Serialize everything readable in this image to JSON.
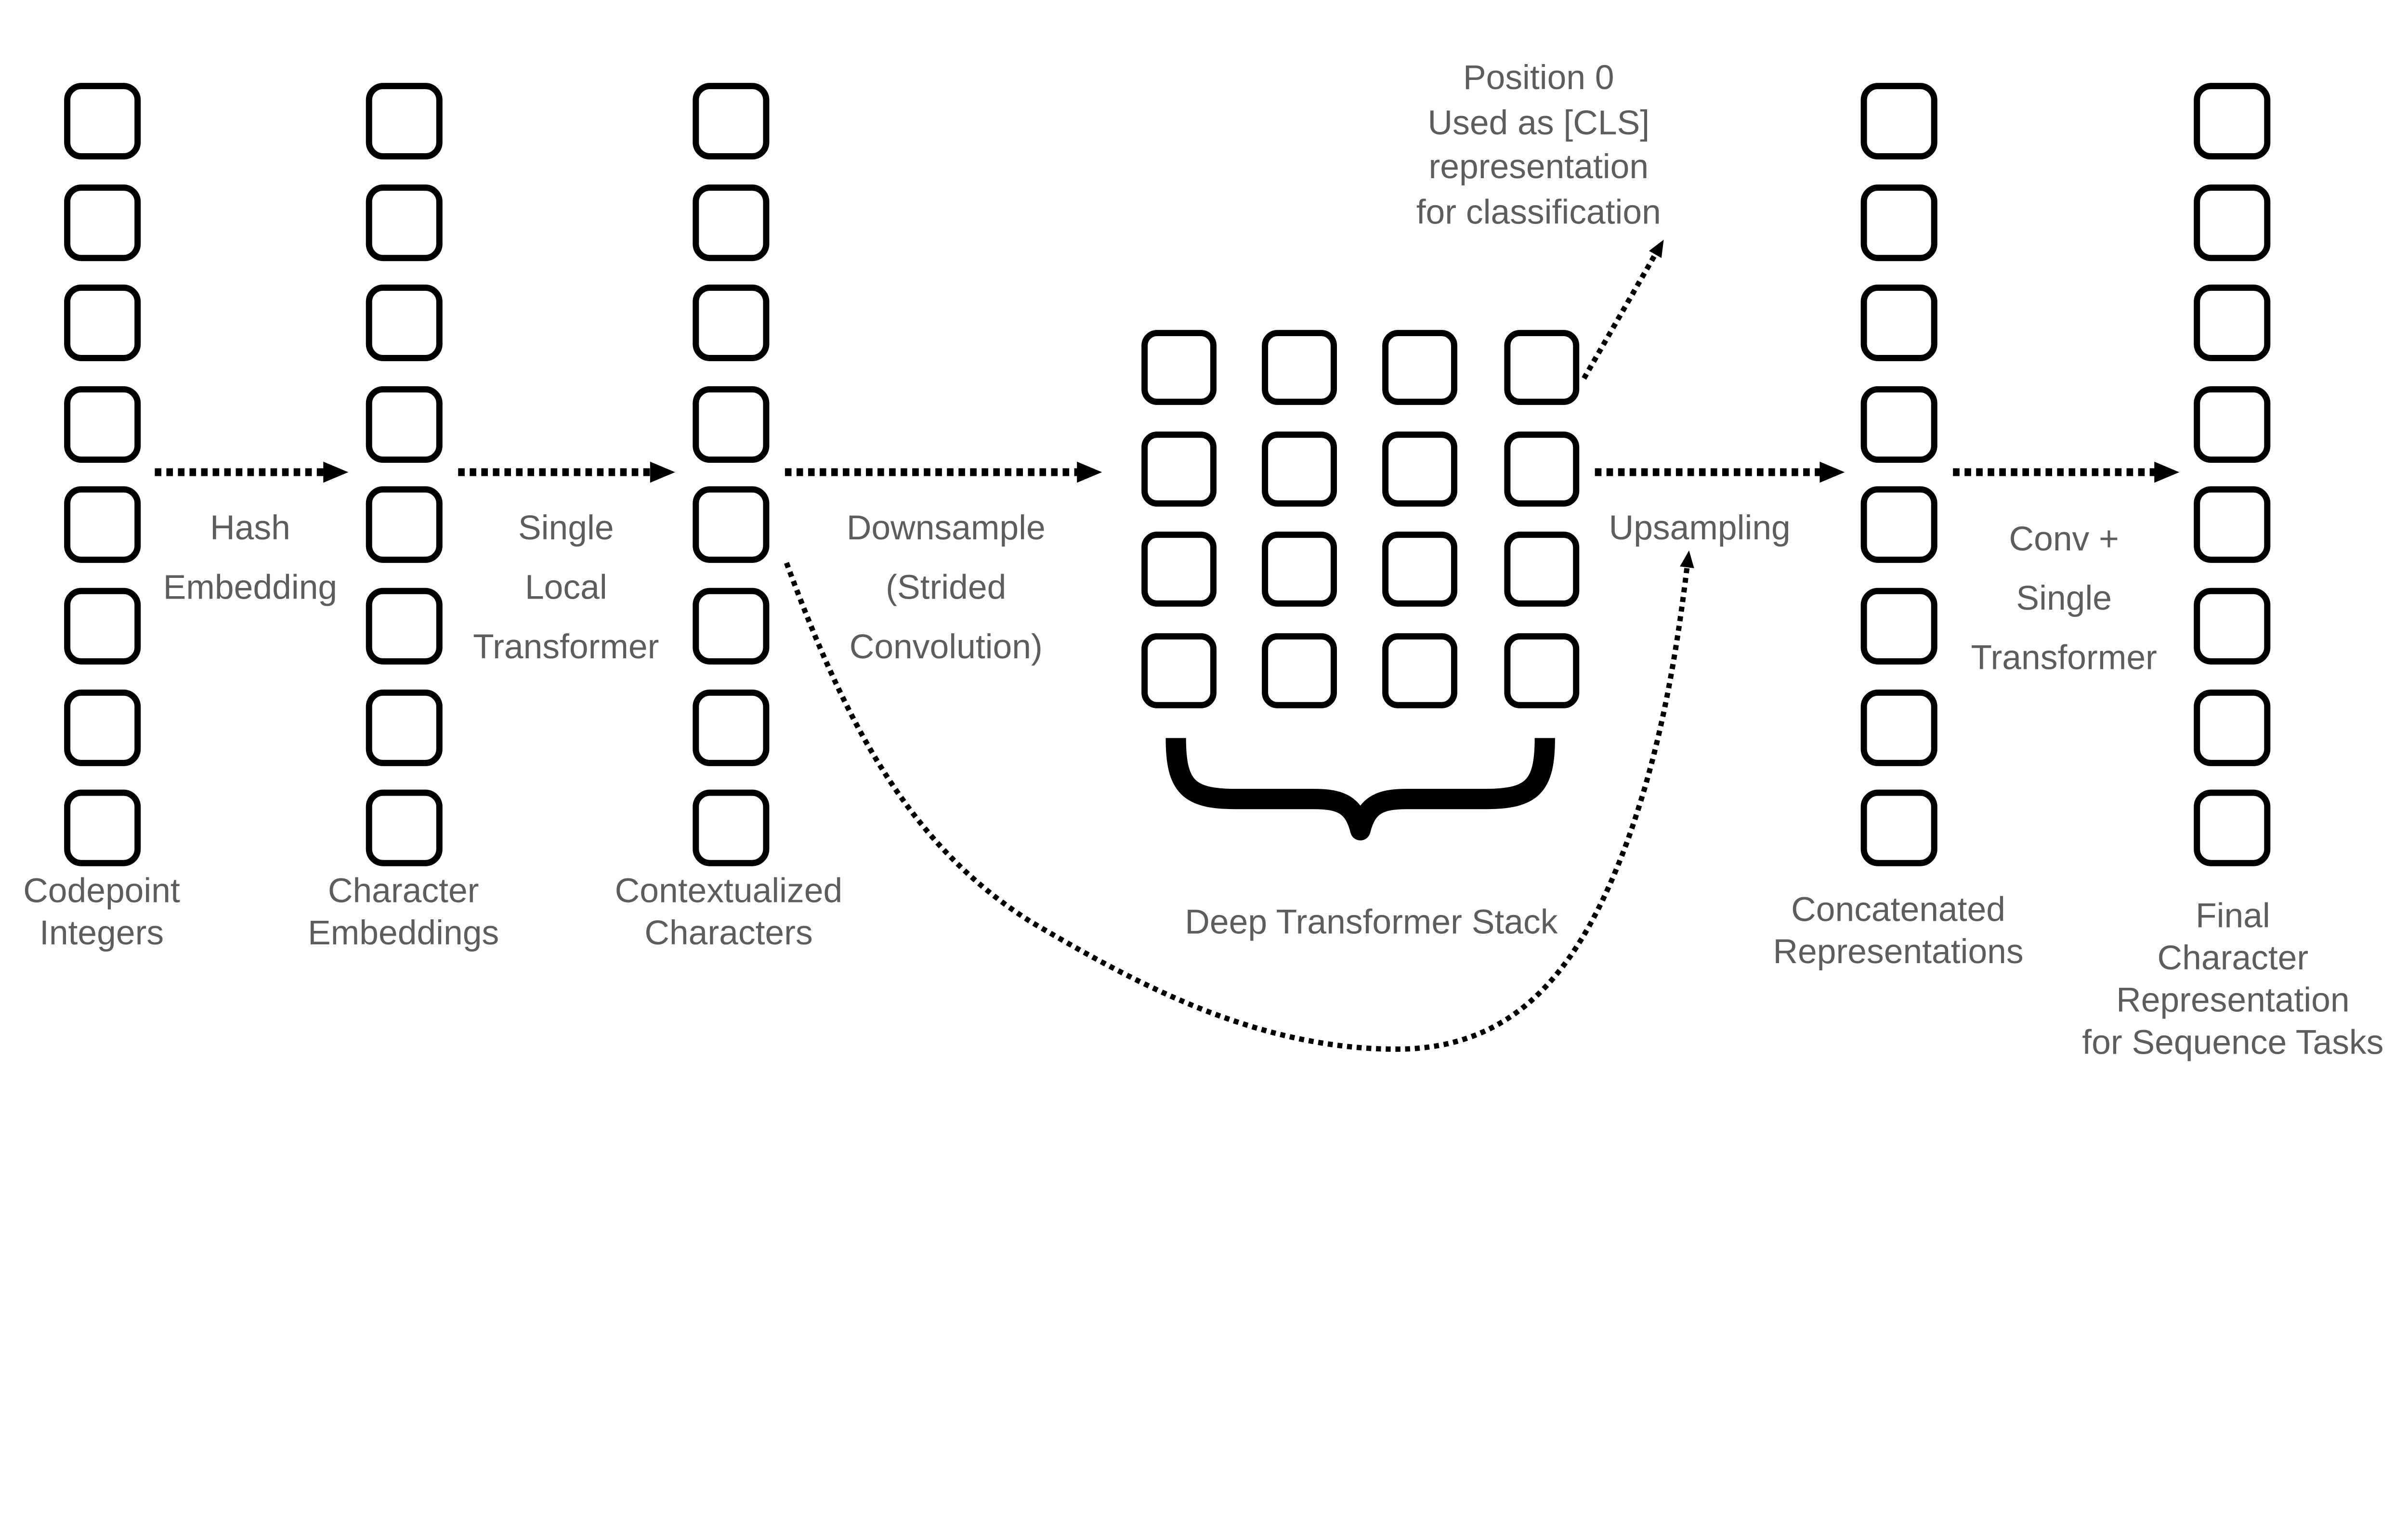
{
  "figure": {
    "background": "#ffffff",
    "text_color": "#5d5d5d",
    "line_color": "#000000"
  },
  "cls_annotation": "Position 0\nUsed as [CLS]\nrepresentation\nfor classification",
  "steps": {
    "hash": "Hash\nEmbedding",
    "local": "Single\nLocal\nTransformer",
    "downsample": "Downsample\n(Strided\nConvolution)",
    "upsampling": "Upsampling",
    "conv": "Conv +\nSingle\nTransformer"
  },
  "columns": [
    {
      "id": "codepoint-integers",
      "label": "Codepoint\nIntegers",
      "cells": 8
    },
    {
      "id": "character-embeddings",
      "label": "Character\nEmbeddings",
      "cells": 8
    },
    {
      "id": "contextualized-characters",
      "label": "Contextualized\nCharacters",
      "cells": 8
    },
    {
      "id": "concatenated-representations",
      "label": "Concatenated\nRepresentations",
      "cells": 8
    },
    {
      "id": "final-character-representation",
      "label": "Final\nCharacter\nRepresentation\nfor Sequence Tasks",
      "cells": 8
    }
  ],
  "grid": {
    "label": "Deep Transformer Stack",
    "rows": 4,
    "cols": 4,
    "cells": 16
  }
}
